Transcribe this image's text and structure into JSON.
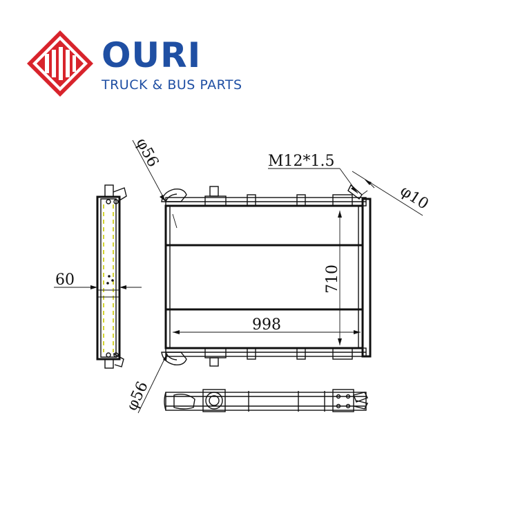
{
  "brand": {
    "name": "OURI",
    "tagline": "TRUCK & BUS PARTS",
    "logo_icon": "ouri-diamond-logo",
    "colors": {
      "primary": "#1f4fa3",
      "logo": "#d8242c"
    }
  },
  "drawing": {
    "labels": {
      "thread": "M12*1.5",
      "top_pipe_diameter": "φ56",
      "bottom_pipe_diameter": "φ56",
      "small_hole_diameter": "φ10",
      "thickness": "60",
      "height": "710",
      "width": "998"
    }
  }
}
